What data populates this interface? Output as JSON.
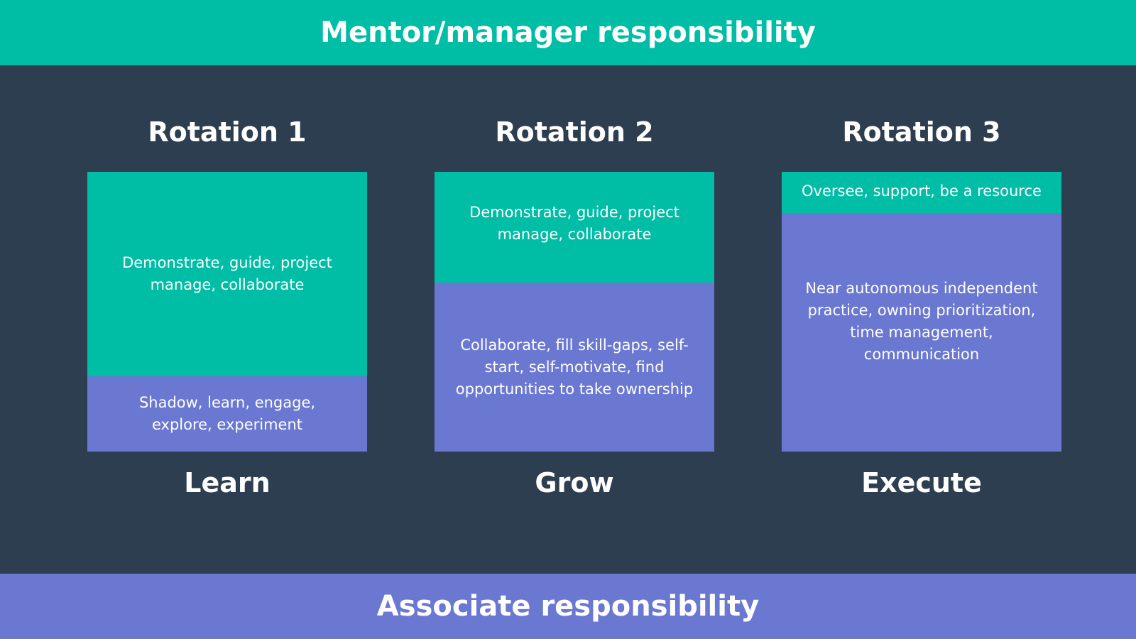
{
  "header": {
    "title": "Mentor/manager responsibility"
  },
  "footer": {
    "title": "Associate responsibility"
  },
  "rotations": [
    {
      "title": "Rotation 1",
      "mentor_text": "Demonstrate, guide, project manage, collaborate",
      "associate_text": "Shadow, learn, engage, explore, experiment",
      "phase": "Learn"
    },
    {
      "title": "Rotation 2",
      "mentor_text": "Demonstrate, guide, project manage, collaborate",
      "associate_text": "Collaborate, fill skill-gaps, self-start, self-motivate, find opportunities to take ownership",
      "phase": "Grow"
    },
    {
      "title": "Rotation 3",
      "mentor_text": "Oversee, support, be a resource",
      "associate_text": "Near autonomous independent practice, owning prioritization, time management, communication",
      "phase": "Execute"
    }
  ],
  "colors": {
    "mentor": "#00bda5",
    "associate": "#6a78d1",
    "background": "#2d3e50",
    "text": "#ffffff"
  }
}
